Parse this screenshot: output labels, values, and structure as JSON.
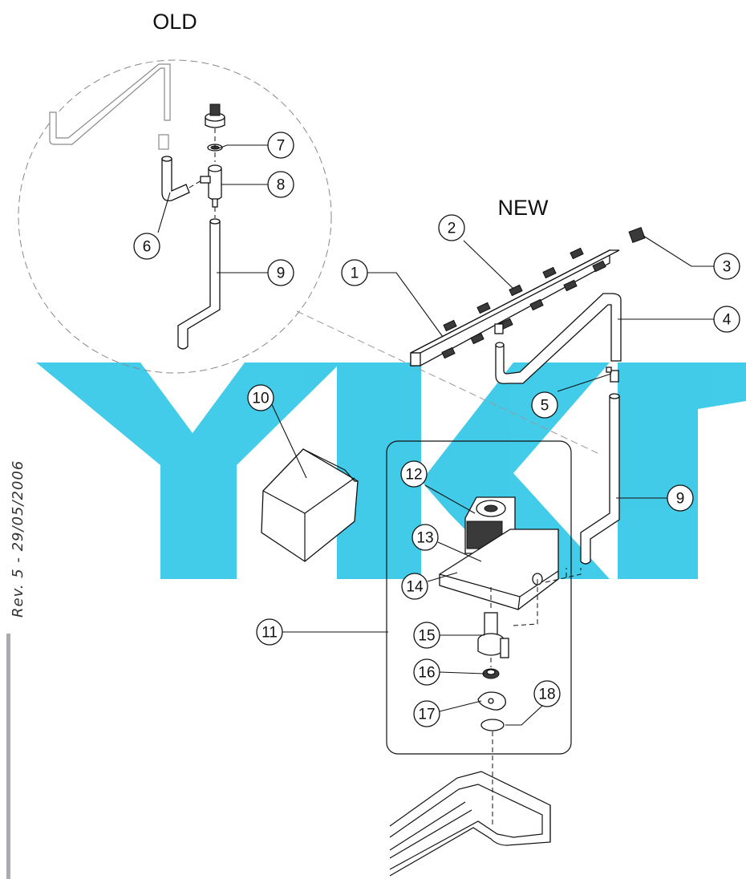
{
  "headings": {
    "old": "OLD",
    "new": "NEW"
  },
  "revision": "Rev. 5 - 29/05/2006",
  "callouts": [
    "1",
    "2",
    "3",
    "4",
    "5",
    "6",
    "7",
    "8",
    "9",
    "9",
    "10",
    "11",
    "12",
    "13",
    "14",
    "15",
    "16",
    "17",
    "18"
  ],
  "colors": {
    "watermark": "#38c9e8",
    "ink": "#111111",
    "revision_bar": "#a9abb0"
  }
}
